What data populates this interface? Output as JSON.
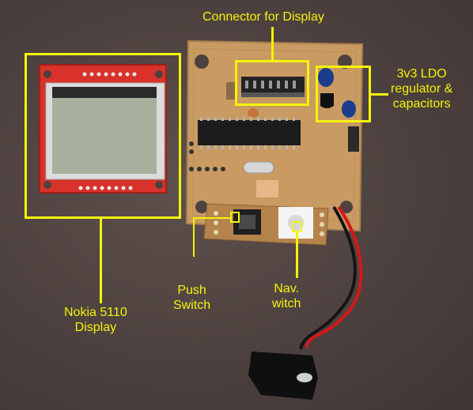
{
  "labels": {
    "connector": "Connector for Display",
    "ldo_line1": "3v3 LDO",
    "ldo_line2": "regulator &",
    "ldo_line3": "capacitors",
    "nokia_line1": "Nokia 5110",
    "nokia_line2": "Display",
    "push_line1": "Push",
    "push_line2": "Switch",
    "nav_line1": "Nav.",
    "nav_line2": "witch"
  },
  "colors": {
    "annotation": "#f4f40a",
    "background": "#4d413f",
    "pcb": "#c99a62",
    "display_board": "#d8322a",
    "lcd": "#a7b09c",
    "wire_red": "#d41818",
    "wire_black": "#141414"
  }
}
